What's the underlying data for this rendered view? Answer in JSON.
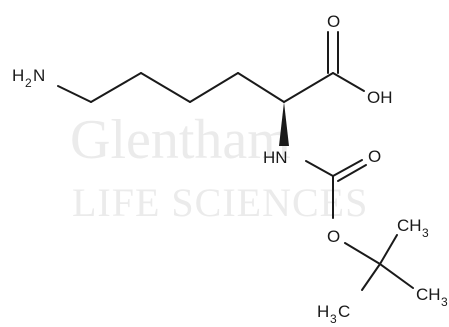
{
  "watermark": {
    "line1": "Glentham",
    "line2": "LIFE SCIENCES"
  },
  "labels": {
    "amine": {
      "main": "H",
      "sub": "2",
      "tail": "N"
    },
    "carbonyl_o": "O",
    "hydroxyl": "OH",
    "nh": "HN",
    "boc_carbonyl_o": "O",
    "ester_o": "O",
    "methyl_right": {
      "main": "CH",
      "sub": "3"
    },
    "methyl_bottom_right": {
      "main": "CH",
      "sub": "3"
    },
    "methyl_bottom": {
      "main": "H",
      "sub": "3",
      "tail": "C"
    }
  }
}
